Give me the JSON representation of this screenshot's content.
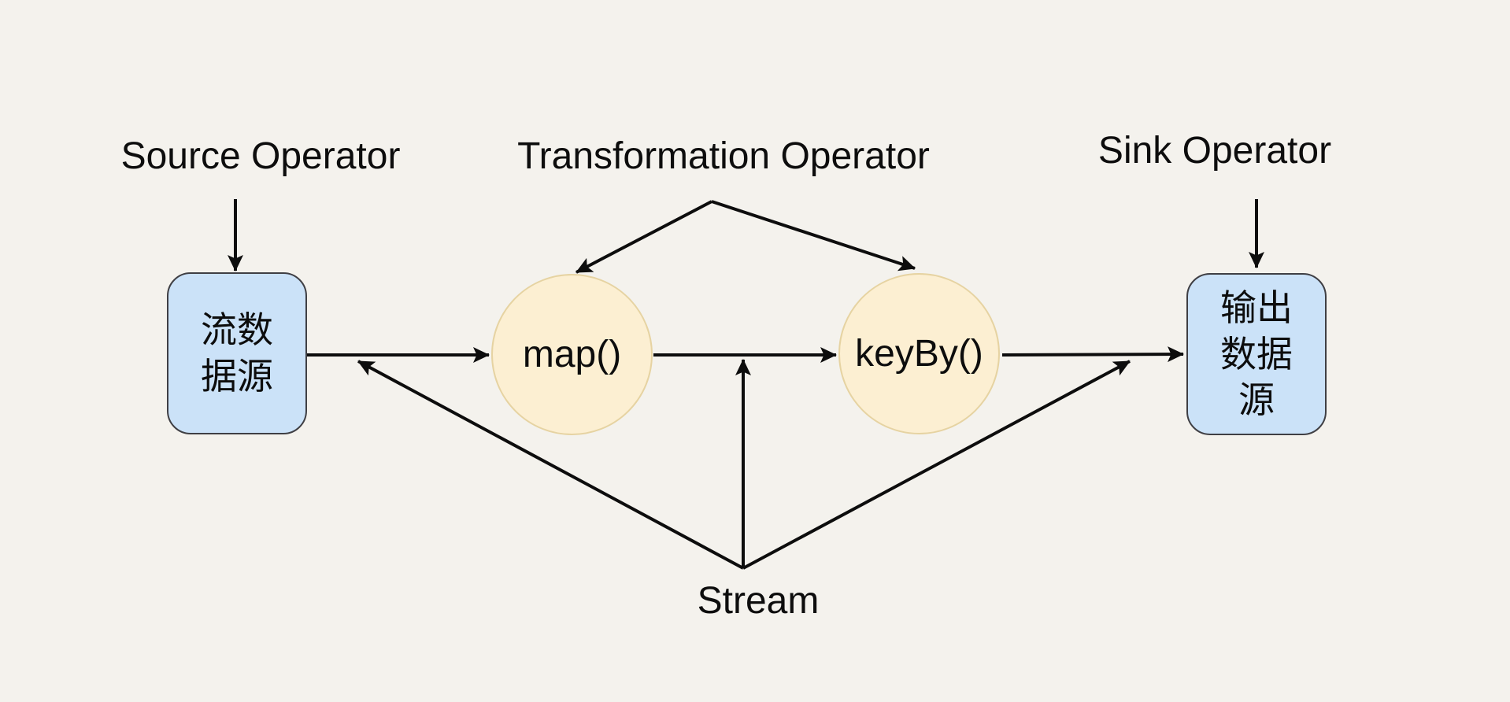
{
  "canvas": {
    "background": "#f4f2ed",
    "line_color": "#0d0d0d",
    "text_color": "#0d0d0d"
  },
  "labels": {
    "source_operator": "Source Operator",
    "transformation_operator": "Transformation Operator",
    "sink_operator": "Sink Operator",
    "stream": "Stream"
  },
  "nodes": {
    "source": {
      "type": "rounded-rect",
      "lines": [
        "流数",
        "据源"
      ],
      "fill": "#cbe2f8",
      "border": "#3f3f44"
    },
    "map": {
      "type": "circle",
      "label": "map()",
      "fill": "#fcefd2",
      "border": "#e6d3a2"
    },
    "keyby": {
      "type": "circle",
      "label": "keyBy()",
      "fill": "#fcefd2",
      "border": "#e6d3a2"
    },
    "sink": {
      "type": "rounded-rect",
      "lines": [
        "输出",
        "数据",
        "源"
      ],
      "fill": "#cbe2f8",
      "border": "#3f3f44"
    }
  },
  "edges": [
    {
      "from": "source-operator-label",
      "to": "source-node",
      "arrow": "down"
    },
    {
      "from": "transformation-operator-label",
      "to": "map-node",
      "arrow": "down-left"
    },
    {
      "from": "transformation-operator-label",
      "to": "keyby-node",
      "arrow": "down-right"
    },
    {
      "from": "sink-operator-label",
      "to": "sink-node",
      "arrow": "down"
    },
    {
      "from": "source-node",
      "to": "map-node",
      "arrow": "right"
    },
    {
      "from": "map-node",
      "to": "keyby-node",
      "arrow": "right"
    },
    {
      "from": "keyby-node",
      "to": "sink-node",
      "arrow": "right"
    },
    {
      "from": "stream-label",
      "to": "source-map-edge",
      "arrow": "up-left"
    },
    {
      "from": "stream-label",
      "to": "map-keyby-edge",
      "arrow": "up"
    },
    {
      "from": "stream-label",
      "to": "keyby-sink-edge",
      "arrow": "up-right"
    }
  ]
}
